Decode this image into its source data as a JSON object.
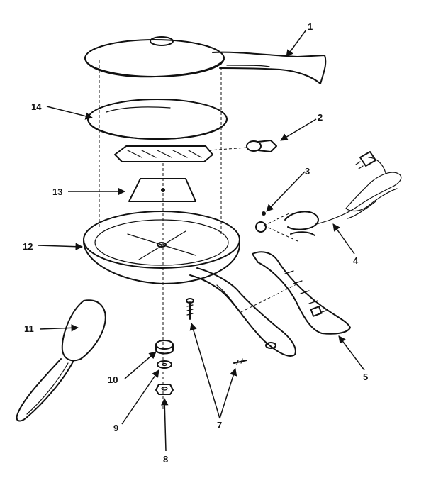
{
  "callouts": {
    "c1": "1",
    "c2": "2",
    "c3": "3",
    "c4": "4",
    "c5": "5",
    "c7": "7",
    "c8": "8",
    "c9": "9",
    "c10": "10",
    "c11": "11",
    "c12": "12",
    "c13": "13",
    "c14": "14"
  }
}
